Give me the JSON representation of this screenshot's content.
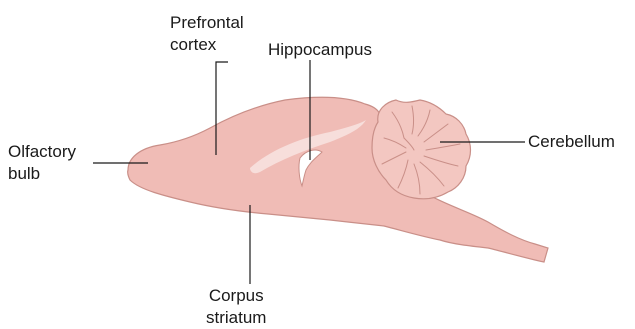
{
  "labels": {
    "prefrontal_cortex": {
      "line1": "Prefrontal",
      "line2": "cortex"
    },
    "hippocampus": {
      "line1": "Hippocampus"
    },
    "olfactory_bulb": {
      "line1": "Olfactory",
      "line2": "bulb"
    },
    "cerebellum": {
      "line1": "Cerebellum"
    },
    "corpus_striatum": {
      "line1": "Corpus",
      "line2": "striatum"
    }
  },
  "colors": {
    "brain_fill": "#f0bcb6",
    "brain_outline": "#c98f88",
    "cerebellum_fill": "#f3c7c1",
    "highlight": "#f7dedb",
    "leader_line": "#1a1a1a",
    "text": "#1a1a1a"
  }
}
